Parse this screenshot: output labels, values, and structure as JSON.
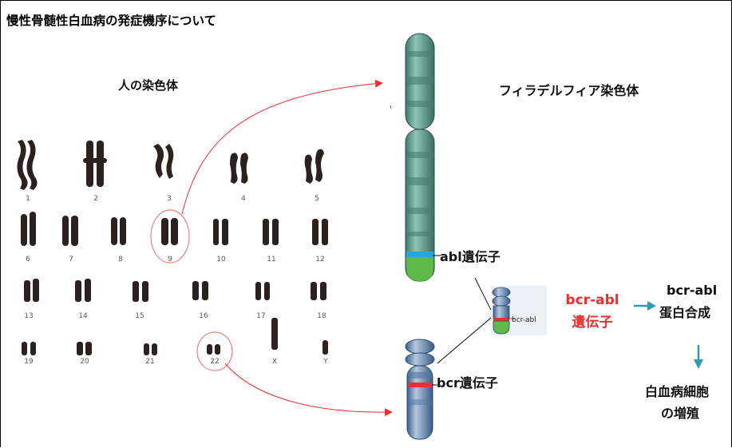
{
  "title": "慢性骨髄性白血病の発症機序について",
  "human_chromosomes_label": "人の染色体",
  "philadelphia_label": "フィラデルフィア染色体",
  "abl_gene_label": "abl遺伝子",
  "bcr_gene_label": "bcr遺伝子",
  "small_fusion_label": "bcr-abl",
  "fusion_gene": {
    "line1": "bcr-abl",
    "line2": "遺伝子"
  },
  "fusion_protein": {
    "line1": "bcr-abl",
    "line2": "蛋白合成"
  },
  "proliferation": {
    "line1": "白血病細胞",
    "line2": "の増殖"
  },
  "karyotype_numbers": [
    "1",
    "2",
    "3",
    "4",
    "5",
    "6",
    "7",
    "8",
    "9",
    "10",
    "11",
    "12",
    "13",
    "14",
    "15",
    "16",
    "17",
    "18",
    "19",
    "20",
    "21",
    "22",
    "X",
    "Y"
  ],
  "colors": {
    "accent_red": "#e83030",
    "teal_arrow": "#2a9bb0",
    "chromosome_dark": "#2b2220"
  }
}
